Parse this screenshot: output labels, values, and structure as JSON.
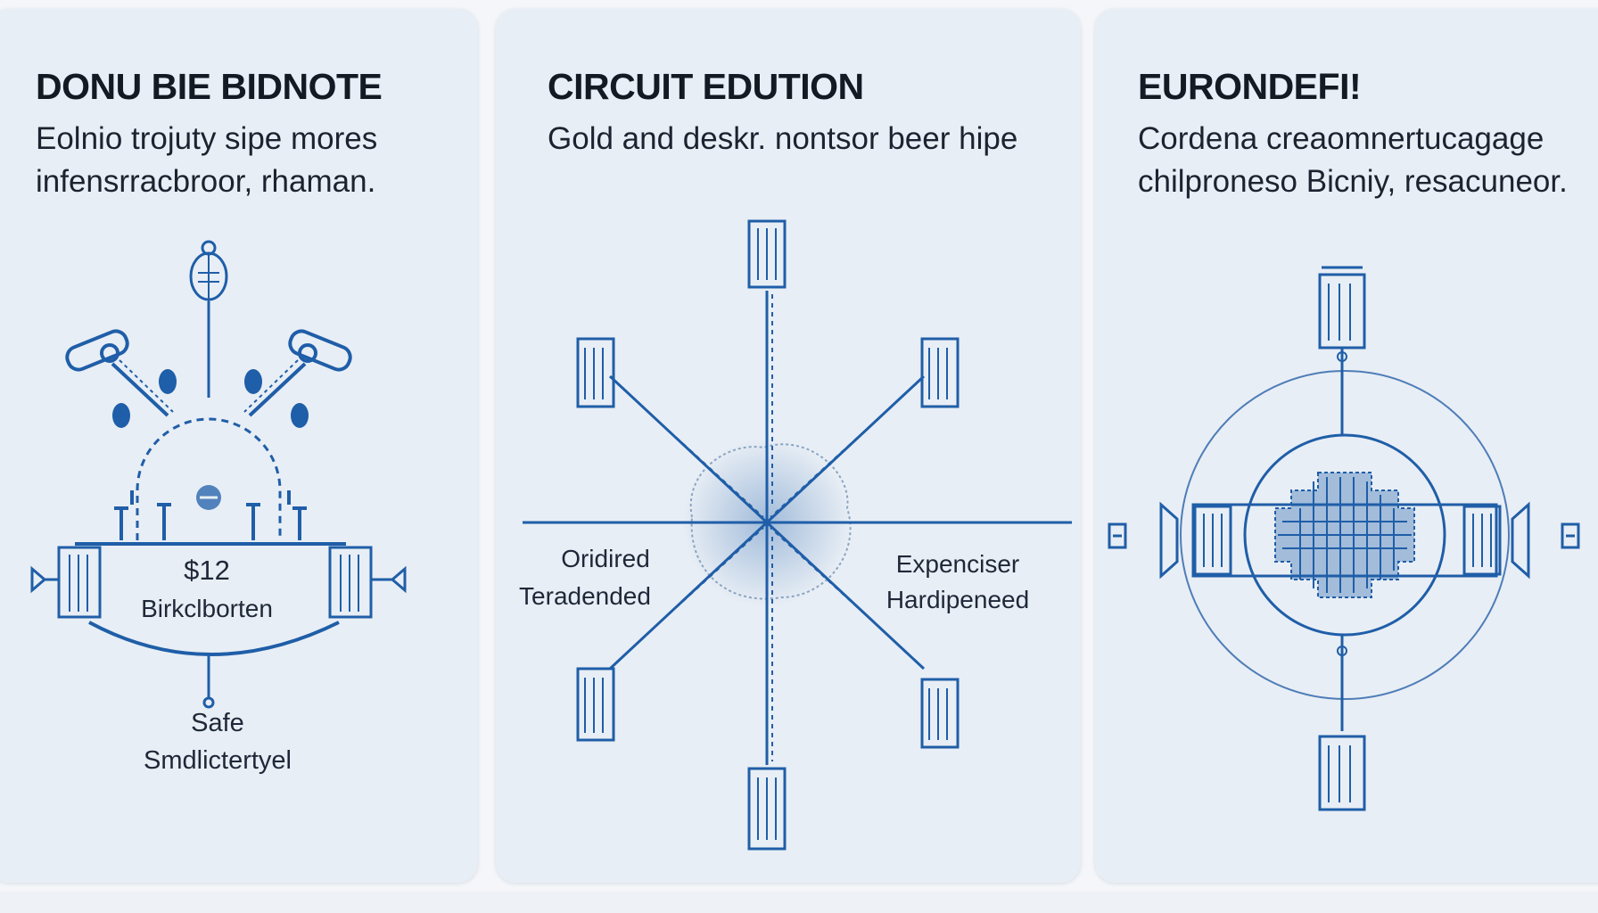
{
  "panels": [
    {
      "title": "DONU BIE BIDNOTE",
      "subtitle_line1": "Eolnio trojuty sipe mores",
      "subtitle_line2": "infensrracbroor, rhaman.",
      "labels": {
        "value": "$12",
        "name": "Birkclborten",
        "bottom_line1": "Safe",
        "bottom_line2": "Smdlictertyel"
      }
    },
    {
      "title": "CIRCUIT EDUTION",
      "subtitle_line1": "Gold and deskr. nontsor beer hipe",
      "labels": {
        "left_line1": "Oridired",
        "left_line2": "Teradended",
        "right_line1": "Expenciser",
        "right_line2": "Hardipeneed"
      }
    },
    {
      "title": "EURONDEFI!",
      "subtitle_line1": "Cordena creaomnertucagage",
      "subtitle_line2": "chilproneso Bicniy, resacuneor."
    }
  ],
  "colors": {
    "accent": "#1f5ea8",
    "panel_bg": "#e8eef5",
    "text": "#141a24"
  }
}
